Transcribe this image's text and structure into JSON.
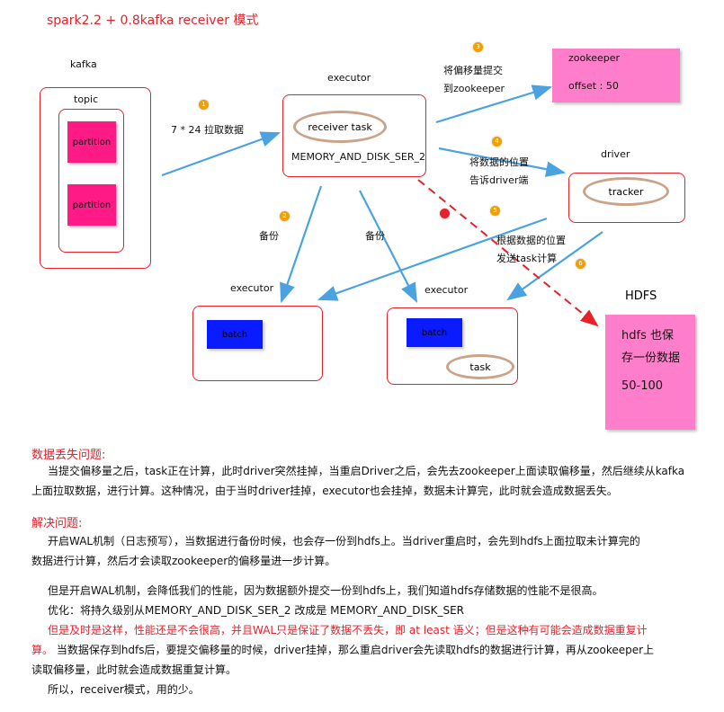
{
  "title": "spark2.2 + 0.8kafka  receiver 模式",
  "diagram": {
    "kafka_label": "kafka",
    "topic_label": "topic",
    "partitions": [
      "partition",
      "partition"
    ],
    "executor_top_label": "executor",
    "receiver_task": "receiver task",
    "storage_level": "MEMORY_AND_DISK_SER_2",
    "pull_label": "7 * 24 拉取数据",
    "zk_commit_line1": "将偏移量提交",
    "zk_commit_line2": "到zookeeper",
    "zookeeper": "zookeeper",
    "offset": "offset : 50",
    "driver_label": "driver",
    "tracker": "tracker",
    "tell_driver_line1": "将数据的位置",
    "tell_driver_line2": "告诉driver端",
    "send_task_line1": "根据数据的位置",
    "send_task_line2": "发送task计算",
    "backup_left": "备份",
    "backup_right": "备份",
    "executor_left_label": "executor",
    "executor_right_label": "executor",
    "batch_left": "batch",
    "batch_right": "batch",
    "task": "task",
    "hdfs_label": "HDFS",
    "hdfs_line1": "hdfs 也保",
    "hdfs_line2": "存一份数据",
    "hdfs_line3": "50-100",
    "badges": [
      "1",
      "2",
      "3",
      "4",
      "5",
      "6",
      "2"
    ]
  },
  "text": {
    "loss_heading": "数据丢失问题:",
    "loss_p1": "当提交偏移量之后，task正在计算，此时driver突然挂掉，当重启Driver之后，会先去zookeeper上面读取偏移量，然后继续从kafka",
    "loss_p2": "上面拉取数据，进行计算。这种情况，由于当时driver挂掉，executor也会挂掉，数据未计算完，此时就会造成数据丢失。",
    "solve_heading": "解决问题:",
    "solve_p1": "开启WAL机制（日志预写），当数据进行备份时候，也会存一份到hdfs上。当driver重启时，会先到hdfs上面拉取未计算完的",
    "solve_p2": "数据进行计算，然后才会读取zookeeper的偏移量进一步计算。",
    "wal_p1": "但是开启WAL机制，会降低我们的性能，因为数据额外提交一份到hdfs上，我们知道hdfs存储数据的性能不是很高。",
    "opt_p1": "优化：将持久级别从MEMORY_AND_DISK_SER_2  改成是 MEMORY_AND_DISK_SER",
    "dup_red_a": "但是及时是这样，性能还是不会很高，并且WAL只是保证了数据不丢失，即 at least 语义；但是这种有可能会造成数据重复计",
    "dup_red_b": "算。",
    "dup_black": " 当数据保存到hdfs后，要提交偏移量的时候，driver挂掉，那么重启driver会先读取hdfs的数据进行计算，再从zookeeper上",
    "dup_p2": "读取偏移量，此时就会造成数据重复计算。",
    "conclusion": "所以，receiver模式，用的少。"
  },
  "colors": {
    "accent_red": "#e8202a",
    "arrow_blue": "#4aa3e0",
    "partition_pink": "#ff1a86",
    "store_pink": "#ff7ecb",
    "batch_blue": "#0a1bff"
  }
}
